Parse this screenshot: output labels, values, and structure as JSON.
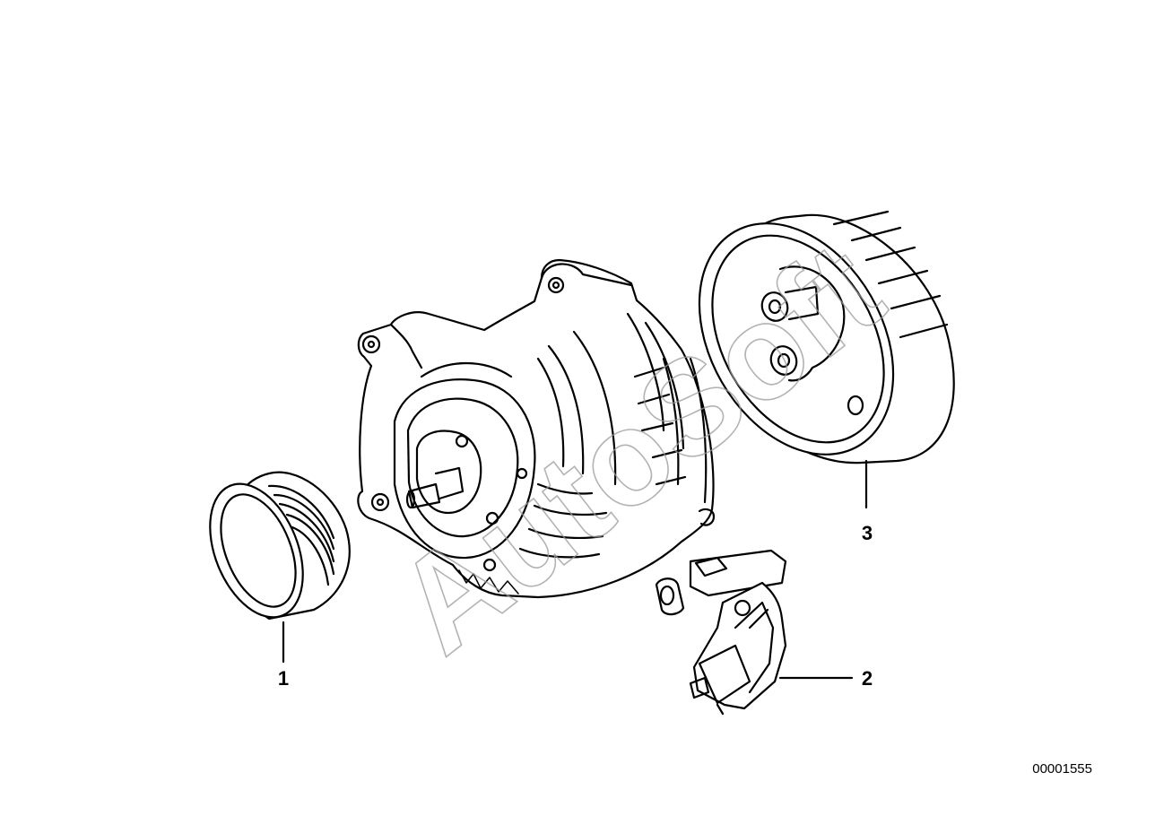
{
  "callouts": {
    "pulley": "1",
    "regulator": "2",
    "cover": "3"
  },
  "diagram_id": "00001555",
  "watermark": "AutoSoft"
}
